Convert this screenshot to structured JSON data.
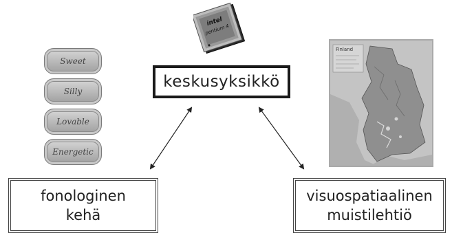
{
  "central": {
    "label": "keskusyksikkö"
  },
  "left_box": {
    "line1": "fonologinen",
    "line2": "kehä"
  },
  "right_box": {
    "line1": "visuospatiaalinen",
    "line2": "muistilehtiö"
  },
  "word_stack": {
    "words": [
      "Sweet",
      "Silly",
      "Lovable",
      "Energetic"
    ]
  },
  "cpu": {
    "brand": "intel",
    "model": "pentium 4"
  },
  "map": {
    "title": "Finland"
  }
}
